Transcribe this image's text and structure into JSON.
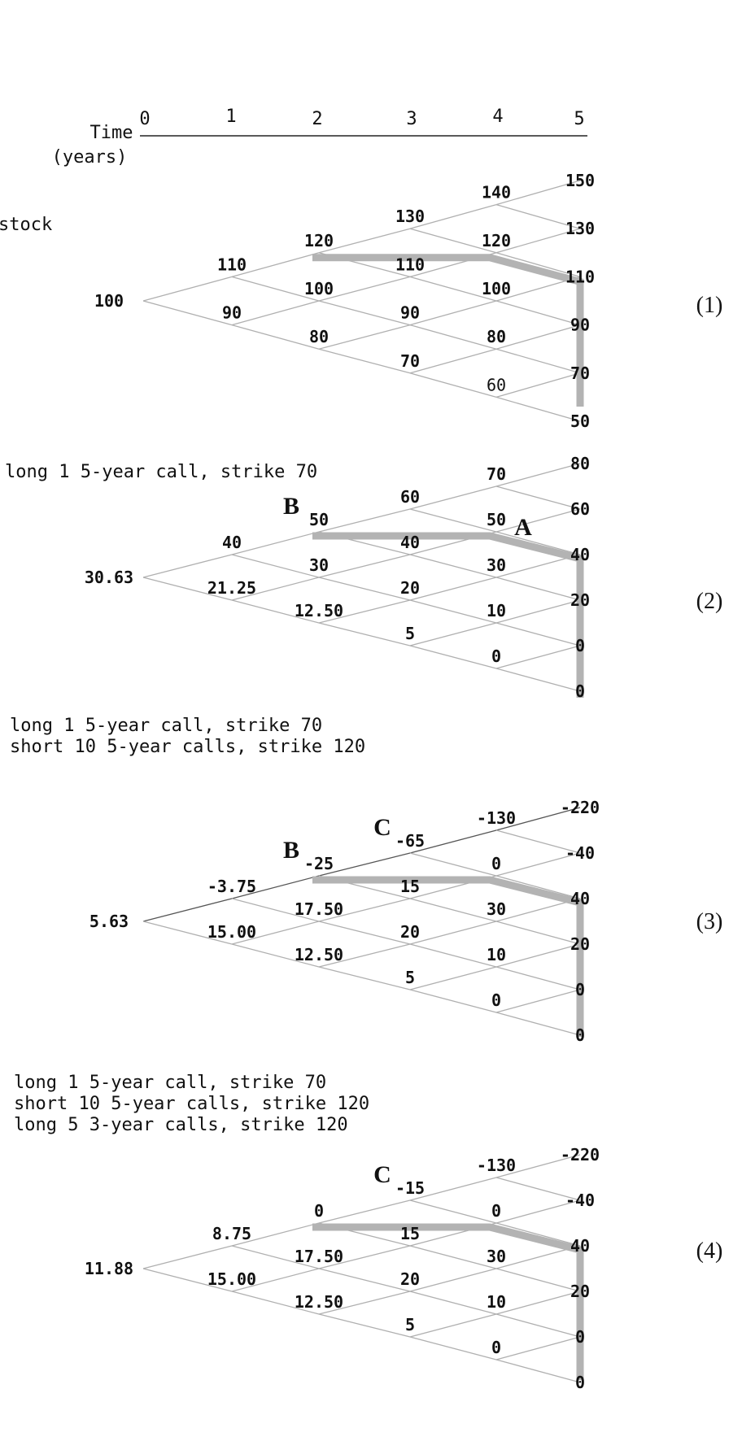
{
  "time_axis": {
    "label_line1": "Time",
    "label_line2": "(years)",
    "ticks": [
      "0",
      "1",
      "2",
      "3",
      "4",
      "5"
    ]
  },
  "panels": [
    {
      "equation": "(1)",
      "description": [
        "stock"
      ],
      "markers": [],
      "nodes": [
        [
          "100"
        ],
        [
          "110",
          "90"
        ],
        [
          "120",
          "100",
          "80"
        ],
        [
          "130",
          "110",
          "90",
          "70"
        ],
        [
          "140",
          "120",
          "100",
          "80",
          "60"
        ],
        [
          "150",
          "130",
          "110",
          "90",
          "70",
          "50"
        ]
      ]
    },
    {
      "equation": "(2)",
      "description": [
        "long 1  5-year call, strike 70"
      ],
      "markers": [
        {
          "label": "B",
          "node": [
            2,
            0
          ]
        },
        {
          "label": "A",
          "node": [
            4,
            1
          ]
        }
      ],
      "nodes": [
        [
          "30.63"
        ],
        [
          "40",
          "21.25"
        ],
        [
          "50",
          "30",
          "12.50"
        ],
        [
          "60",
          "40",
          "20",
          "5"
        ],
        [
          "70",
          "50",
          "30",
          "10",
          "0"
        ],
        [
          "80",
          "60",
          "40",
          "20",
          "0",
          "0"
        ]
      ]
    },
    {
      "equation": "(3)",
      "description": [
        "long   1 5-year call, strike 70",
        "short 10 5-year calls, strike 120"
      ],
      "markers": [
        {
          "label": "B",
          "node": [
            2,
            0
          ]
        },
        {
          "label": "C",
          "node": [
            3,
            0
          ]
        }
      ],
      "nodes": [
        [
          "5.63"
        ],
        [
          "-3.75",
          "15.00"
        ],
        [
          "-25",
          "17.50",
          "12.50"
        ],
        [
          "-65",
          "15",
          "20",
          "5"
        ],
        [
          "-130",
          "0",
          "30",
          "10",
          "0"
        ],
        [
          "-220",
          "-40",
          "40",
          "20",
          "0",
          "0"
        ]
      ]
    },
    {
      "equation": "(4)",
      "description": [
        "long   1 5-year call, strike 70",
        "short 10 5-year calls, strike 120",
        "long   5 3-year calls, strike 120"
      ],
      "markers": [
        {
          "label": "C",
          "node": [
            3,
            0
          ]
        }
      ],
      "nodes": [
        [
          "11.88"
        ],
        [
          "8.75",
          "15.00"
        ],
        [
          "0",
          "17.50",
          "12.50"
        ],
        [
          "-15",
          "15",
          "20",
          "5"
        ],
        [
          "-130",
          "0",
          "30",
          "10",
          "0"
        ],
        [
          "-220",
          "-40",
          "40",
          "20",
          "0",
          "0"
        ]
      ]
    }
  ],
  "highlighted_path": [
    "up",
    "up",
    "flat",
    "down",
    "down",
    "down"
  ],
  "colors": {
    "tree_lines": "#b0b0b0",
    "path": "#b3b3b3",
    "text": "#111111"
  }
}
